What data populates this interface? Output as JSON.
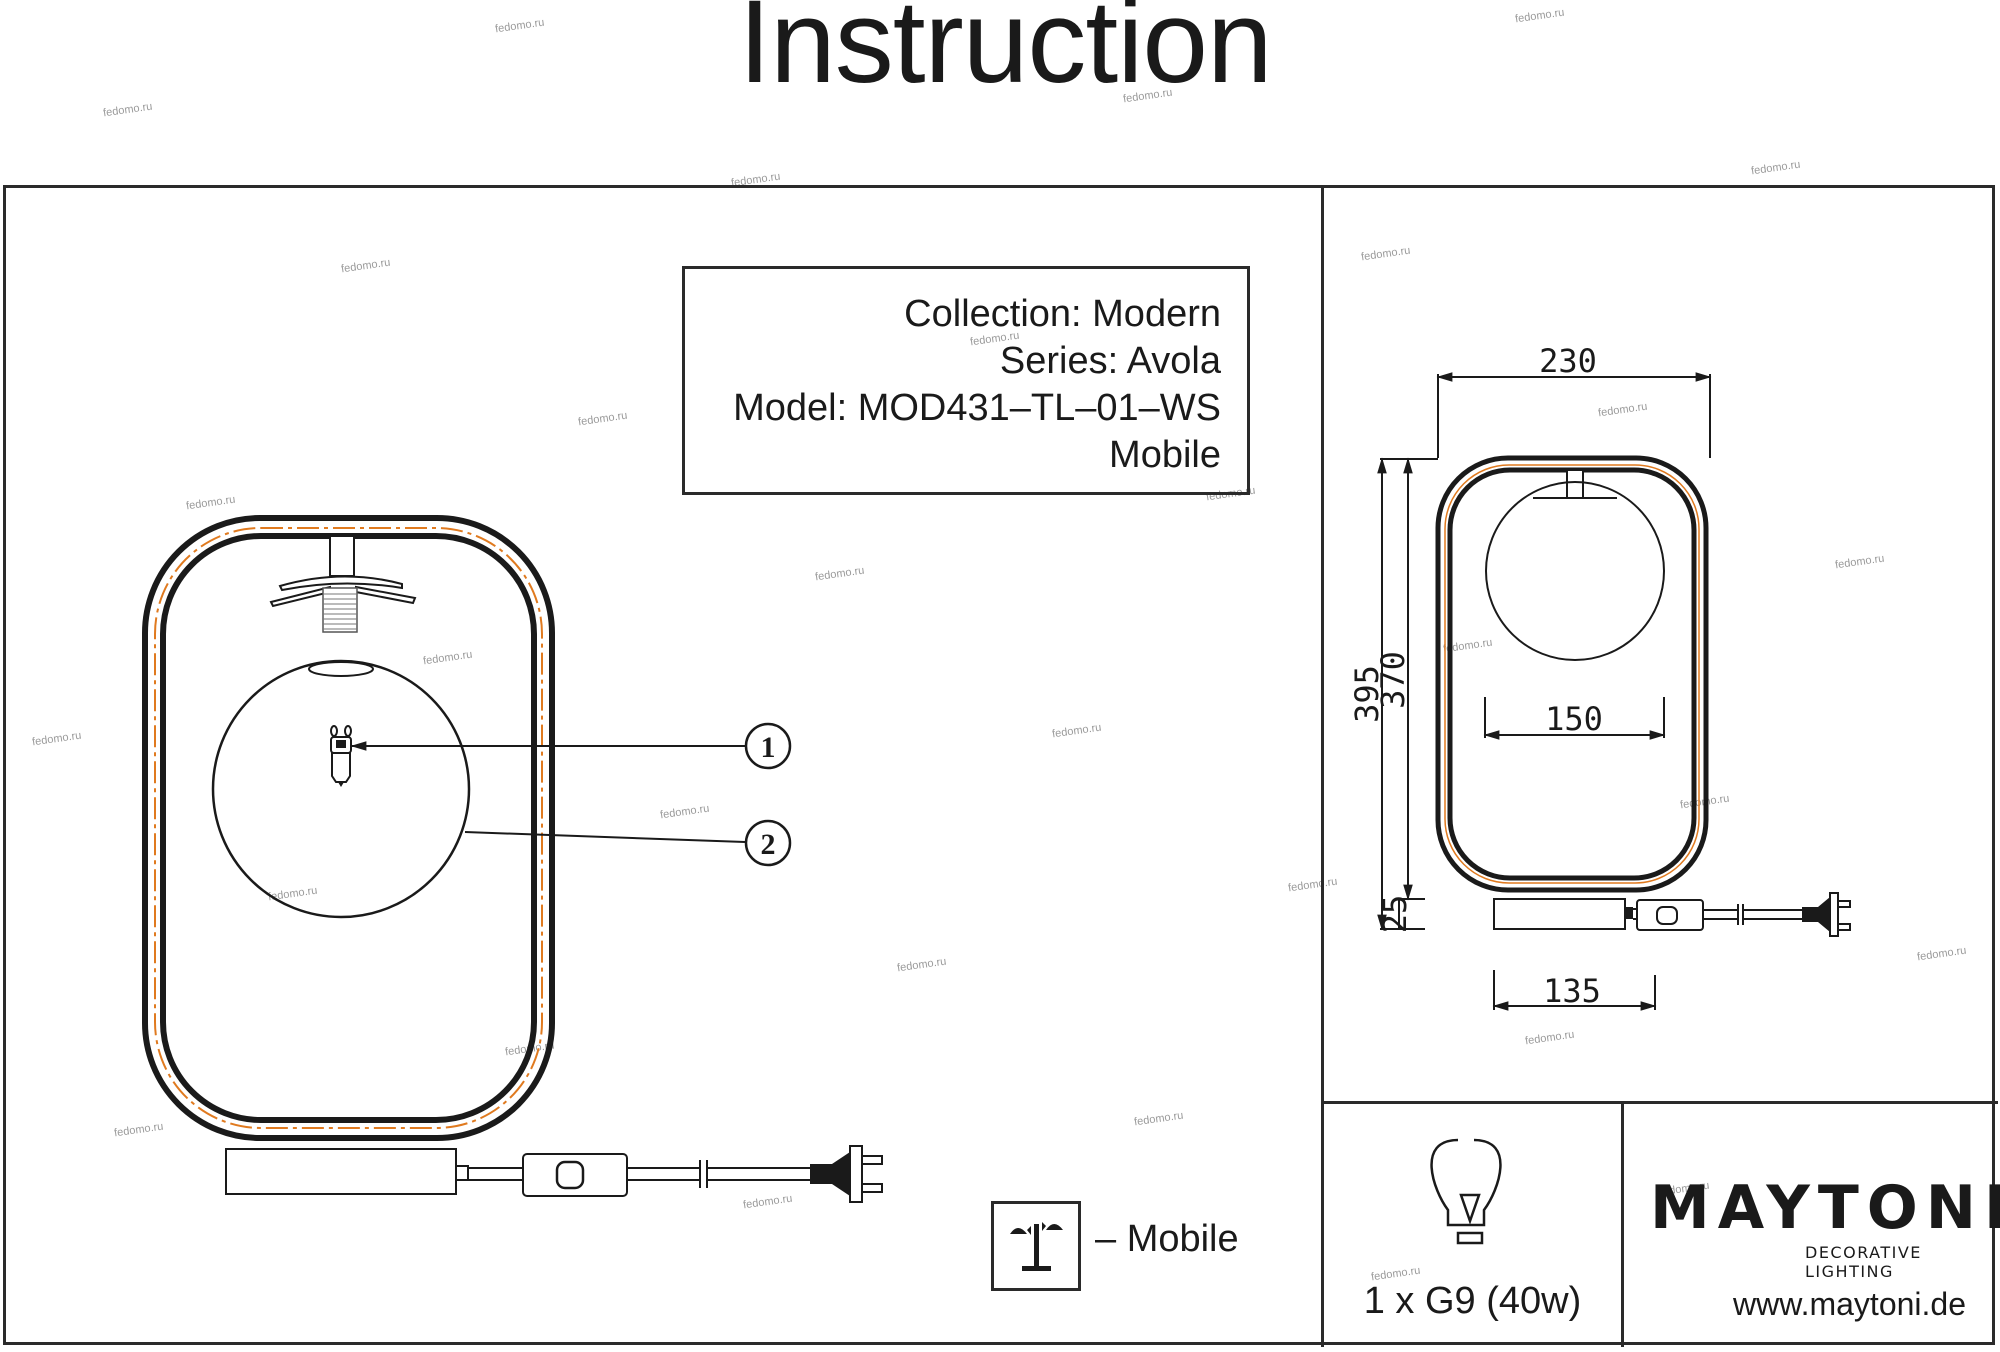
{
  "document": {
    "title": "Instruction"
  },
  "product_info": {
    "collection": "Collection: Modern",
    "series": "Series: Avola",
    "model": "Model: MOD431–TL–01–WS",
    "type": "Mobile"
  },
  "callouts": [
    {
      "number": "1",
      "target": "G9 bulb"
    },
    {
      "number": "2",
      "target": "glass shade"
    }
  ],
  "legend": {
    "icon": "mobile-lamp-icon",
    "label": "– Mobile"
  },
  "dimensions": {
    "width_total": "230",
    "height_total": "395",
    "height_frame": "370",
    "shade_diameter": "150",
    "base_height": "25",
    "base_width": "135",
    "unit": "mm"
  },
  "lamp_spec": {
    "icon": "light-bulb-icon",
    "text": "1 x G9 (40w)"
  },
  "brand": {
    "name": "MAYTONI",
    "tagline": "DECORATIVE LIGHTING",
    "url": "www.maytoni.de"
  },
  "colors": {
    "line": "#1a1a1a",
    "frame_accent": "#e07a1f"
  },
  "watermark": "fedomo.ru"
}
